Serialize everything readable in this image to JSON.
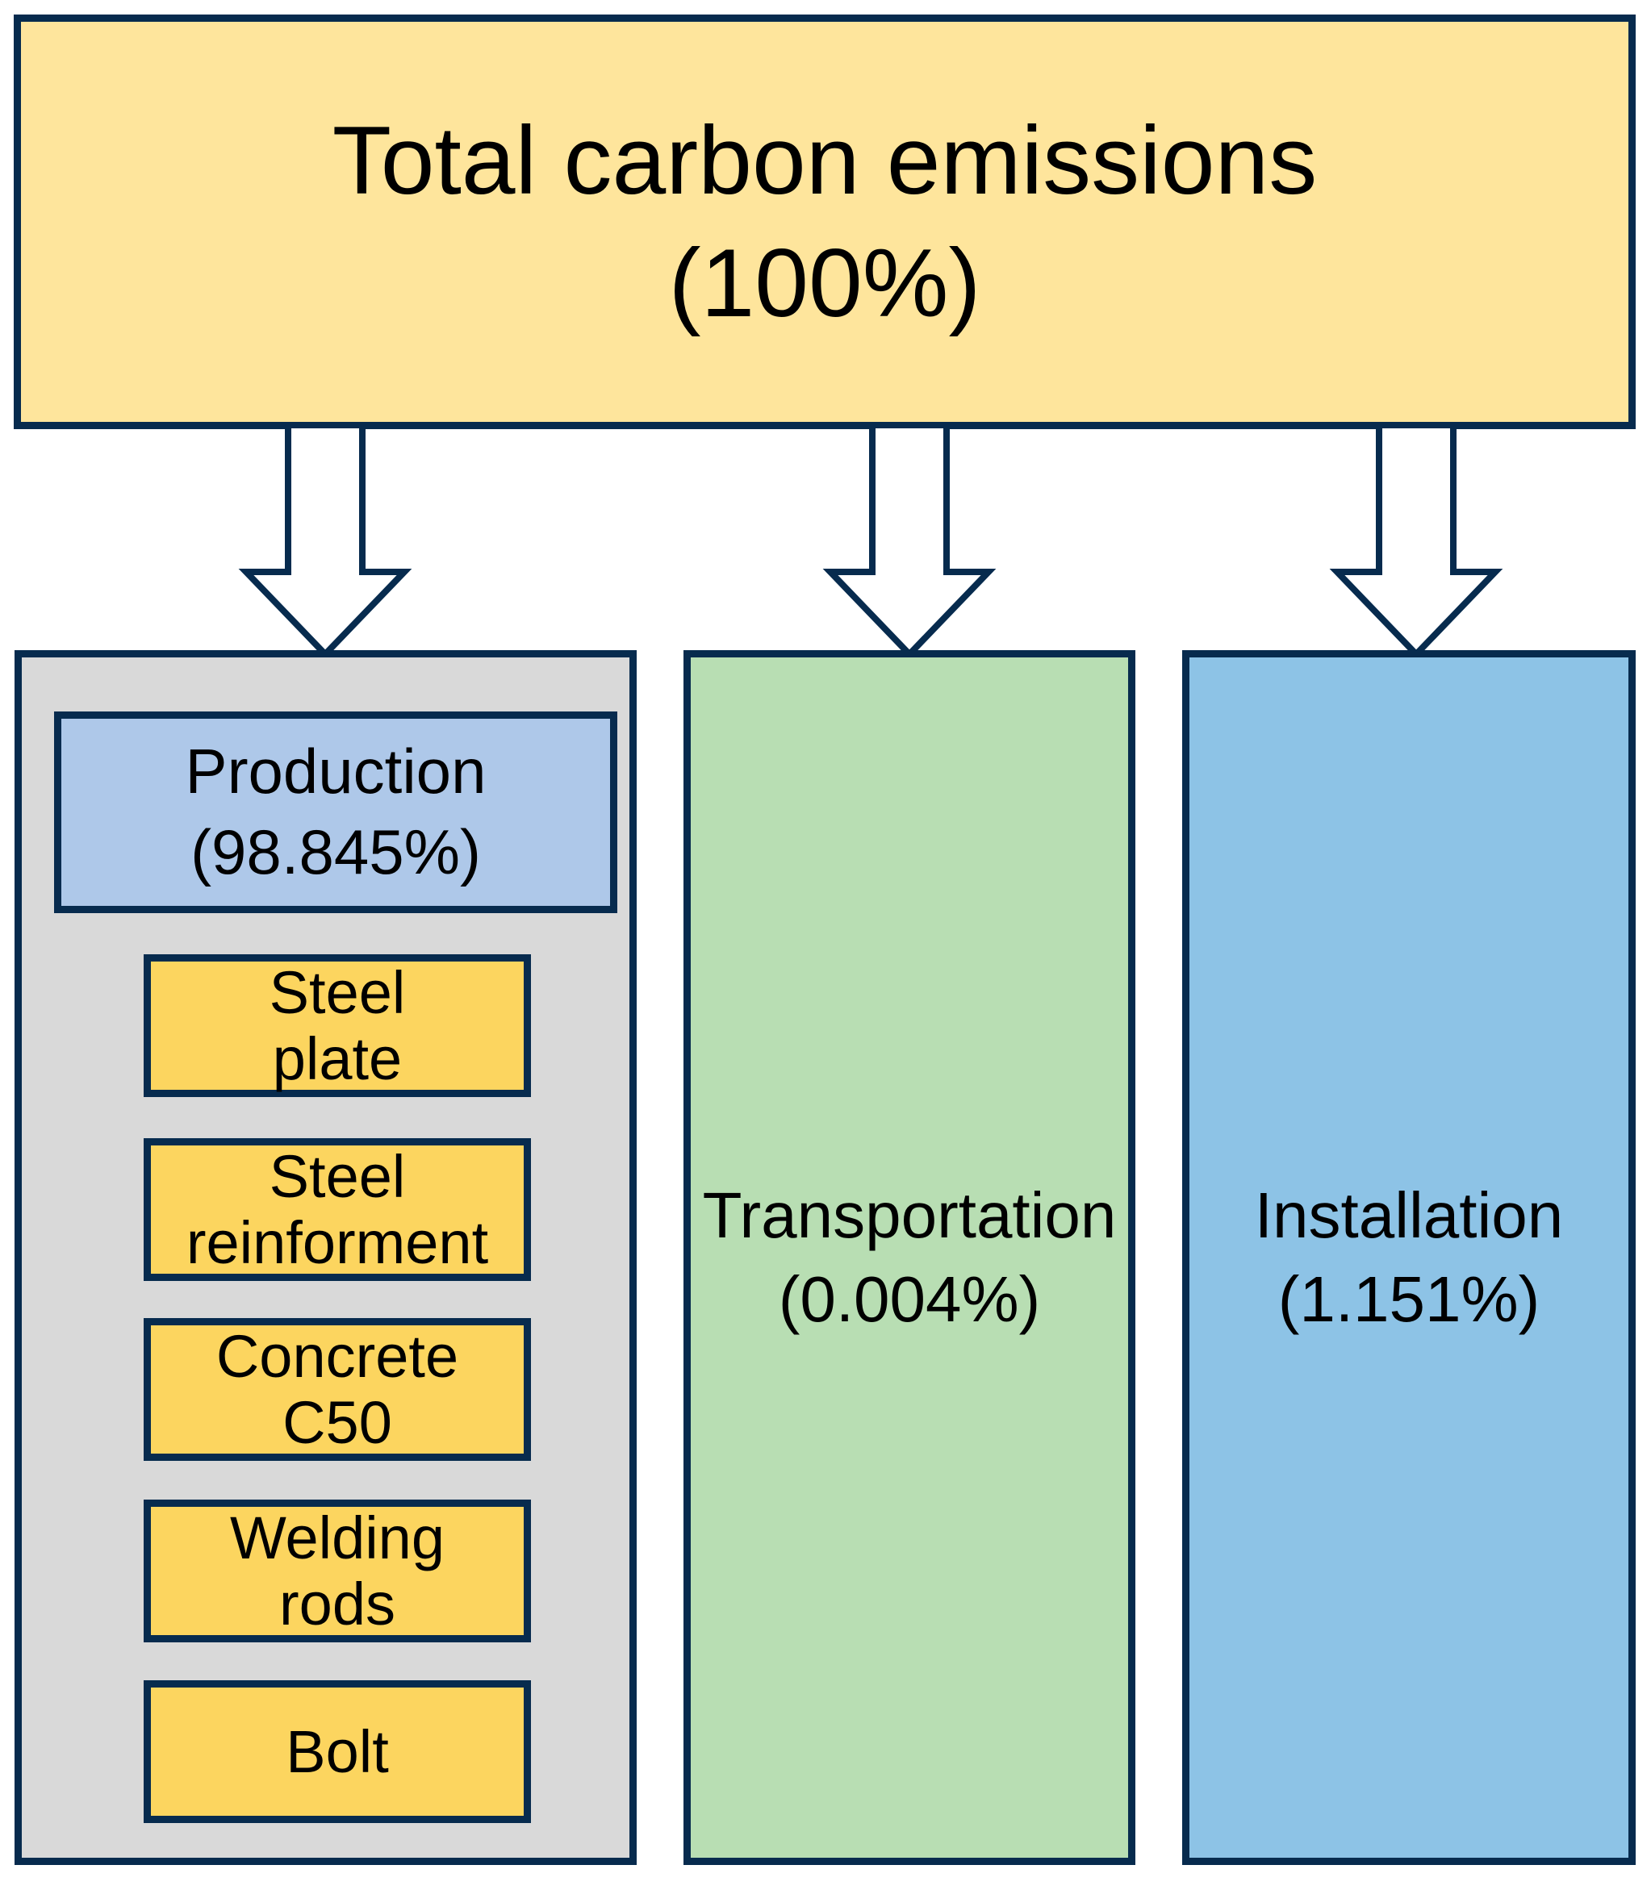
{
  "diagram": {
    "type": "flowchart",
    "title": "Total carbon emissions breakdown",
    "root": {
      "label": "Total carbon emissions",
      "percent": "100%",
      "lines": [
        "Total carbon emissions",
        "(100%)"
      ]
    },
    "branches": [
      {
        "label": "Production",
        "percent": "98.845%",
        "lines": [
          "Production",
          "(98.845%)"
        ],
        "children": [
          {
            "label": "Steel plate",
            "lines": [
              "Steel",
              "plate"
            ]
          },
          {
            "label": "Steel reinforment",
            "lines": [
              "Steel",
              "reinforment"
            ]
          },
          {
            "label": "Concrete C50",
            "lines": [
              "Concrete",
              "C50"
            ]
          },
          {
            "label": "Welding rods",
            "lines": [
              "Welding",
              "rods"
            ]
          },
          {
            "label": "Bolt",
            "lines": [
              "Bolt"
            ]
          }
        ]
      },
      {
        "label": "Transportation",
        "percent": "0.004%",
        "lines": [
          "Transportation",
          "(0.004%)"
        ]
      },
      {
        "label": "Installation",
        "percent": "1.151%",
        "lines": [
          "Installation",
          "(1.151%)"
        ]
      }
    ],
    "arrows": {
      "count": 3,
      "direction": "down",
      "style": "hollow-outline"
    },
    "colors": {
      "border_navy": "#072B4E",
      "root_fill": "#FEE59C",
      "production_group_fill": "#D9D9D9",
      "production_fill": "#AEC8E9",
      "material_fill": "#FCD55F",
      "transportation_fill": "#B8DEB3",
      "installation_fill": "#8DC3E6",
      "background": "#FFFFFF",
      "text": "#000000"
    }
  }
}
